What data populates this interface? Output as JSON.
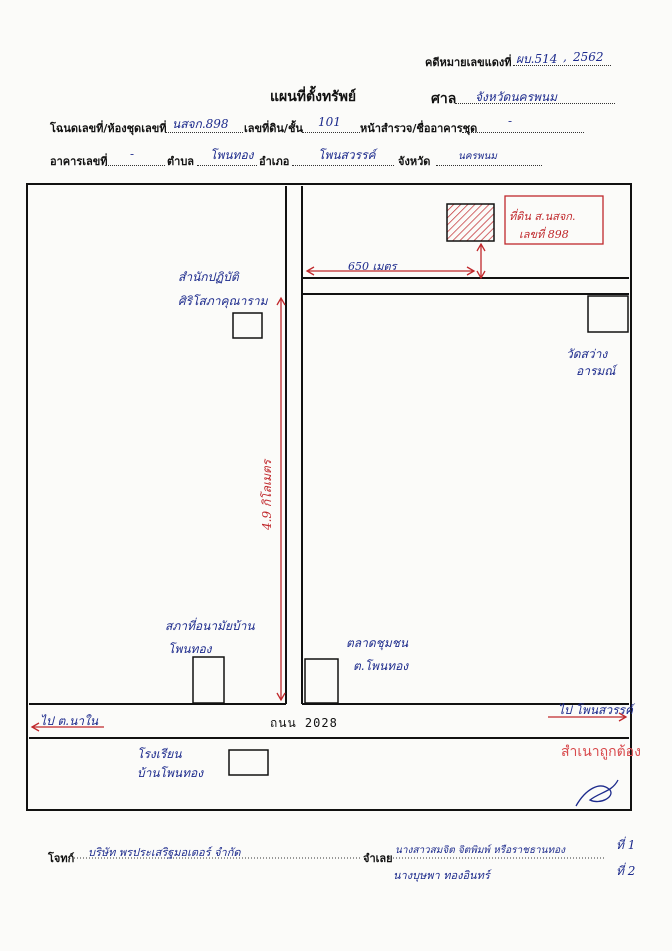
{
  "header": {
    "case_no_label": "คดีหมายเลขแดงที่",
    "case_no_value": "ผบ.514",
    "case_year": "2562",
    "title": "แผนที่ตั้งทรัพย์",
    "court_label": "ศาล",
    "court_value": "จังหวัดนครพนม",
    "deed_label": "โฉนดเลขที่/ห้องชุดเลขที่",
    "deed_value": "นสจก.898",
    "land_no_label": "เลขที่ดิน/ชั้น",
    "land_no_value": "101",
    "survey_label": "หน้าสำรวจ/ชื่ออาคารชุด",
    "survey_value": "-",
    "building_label": "อาคารเลขที่",
    "building_value": "-",
    "subdistrict_label": "ตำบล",
    "subdistrict_value": "โพนทอง",
    "district_label": "อำเภอ",
    "district_value": "โพนสวรรค์",
    "province_label": "จังหวัด",
    "province_value": "นครพนม"
  },
  "map": {
    "property_label_1": "ที่ดิน ส.นสจก.",
    "property_label_2": "เลขที่ 898",
    "distance_label": "650 เมตร",
    "vertical_distance_label": "4.9 กิโลเมตร",
    "office_label_1": "สำนักปฏิบัติ",
    "office_label_2": "ศิริโสภาคุณาราม",
    "temple_label_1": "วัดสว่าง",
    "temple_label_2": "อารมณ์",
    "hall_label_1": "สภาที่อนามัยบ้าน",
    "hall_label_2": "โพนทอง",
    "market_label_1": "ตลาดชุมชน",
    "market_label_2": "ต.โพนทอง",
    "road_label": "ถนน 2028",
    "left_direction": "ไป ต.นาใน",
    "right_direction": "ไป โพนสวรรค์",
    "school_label_1": "โรงเรียน",
    "school_label_2": "บ้านโพนทอง"
  },
  "stamp": {
    "certified": "สำเนาถูกต้อง"
  },
  "footer": {
    "plaintiff_label": "โจทก์",
    "plaintiff_value": "บริษัท พรประเสริฐมอเตอร์ จำกัด",
    "defendant_label": "จำเลย",
    "defendant_value_1": "นางสาวสมจิต จิตพิมพ์ หรือราชธานทอง",
    "defendant_value_2": "นางบุษพา ทองอินทร์",
    "defendant_no_1": "ที่ 1",
    "defendant_no_2": "ที่ 2"
  },
  "colors": {
    "ink_blue": "#1c2a8c",
    "ink_red": "#c0282c"
  }
}
